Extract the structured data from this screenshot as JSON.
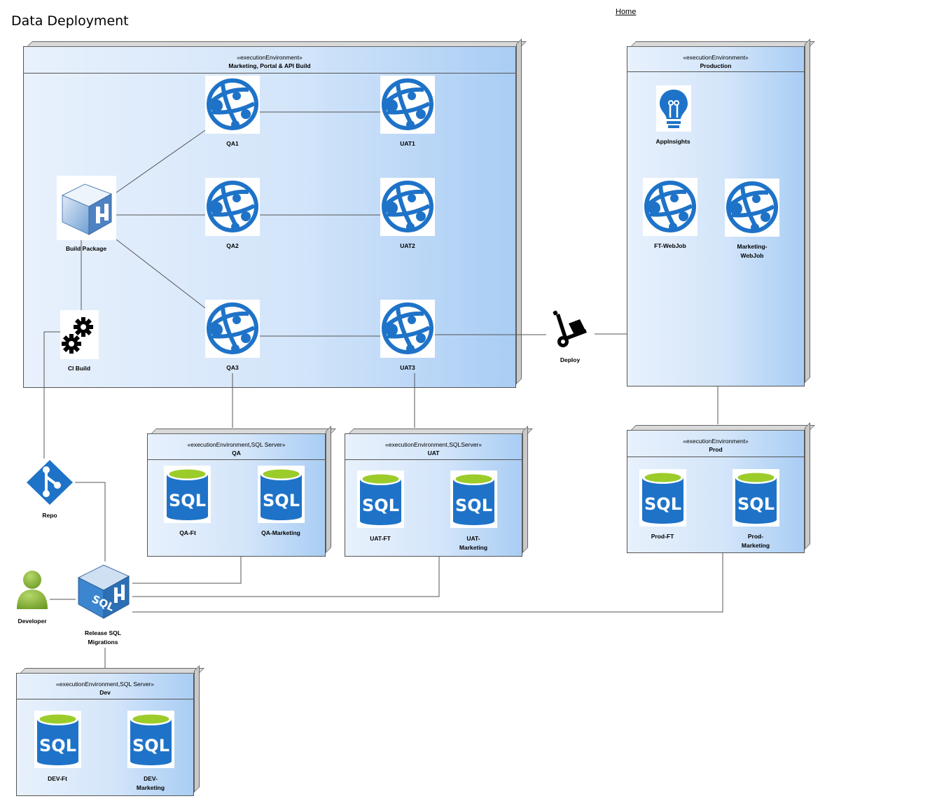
{
  "title": "Data Deployment",
  "home_link": "Home",
  "environments": {
    "build": {
      "stereotype": "«executionEnvironment»",
      "name": "Marketing, Portal & API Build"
    },
    "production": {
      "stereotype": "«executionEnvironment»",
      "name": "Production"
    },
    "qa": {
      "stereotype": "«executionEnvironment,SQL Server»",
      "name": "QA"
    },
    "uat": {
      "stereotype": "«executionEnvironment,SQLServer»",
      "name": "UAT"
    },
    "prod": {
      "stereotype": "«executionEnvironment»",
      "name": "Prod"
    },
    "dev": {
      "stereotype": "«executionEnvironment,SQL Server»",
      "name": "Dev"
    }
  },
  "nodes": {
    "qa1": "QA1",
    "qa2": "QA2",
    "qa3": "QA3",
    "uat1": "UAT1",
    "uat2": "UAT2",
    "uat3": "UAT3",
    "build_package": "Build Package",
    "ci_build": "CI Build",
    "deploy": "Deploy",
    "appinsights": "AppInsights",
    "ft_webjob": "FT-WebJob",
    "marketing_webjob_1": "Marketing-",
    "marketing_webjob_2": "WebJob",
    "repo": "Repo",
    "developer": "Developer",
    "release_sql_1": "Release SQL",
    "release_sql_2": "Migrations",
    "qa_ft": "QA-Ft",
    "qa_marketing": "QA-Marketing",
    "uat_ft": "UAT-FT",
    "uat_marketing_1": "UAT-",
    "uat_marketing_2": "Marketing",
    "prod_ft": "Prod-FT",
    "prod_marketing_1": "Prod-",
    "prod_marketing_2": "Marketing",
    "dev_ft": "DEV-Ft",
    "dev_marketing_1": "DEV-",
    "dev_marketing_2": "Marketing"
  },
  "sql_label": "SQL",
  "colors": {
    "azure_blue": "#1e73c8",
    "sql_green": "#9ccc2a",
    "developer_green": "#8db33a"
  }
}
